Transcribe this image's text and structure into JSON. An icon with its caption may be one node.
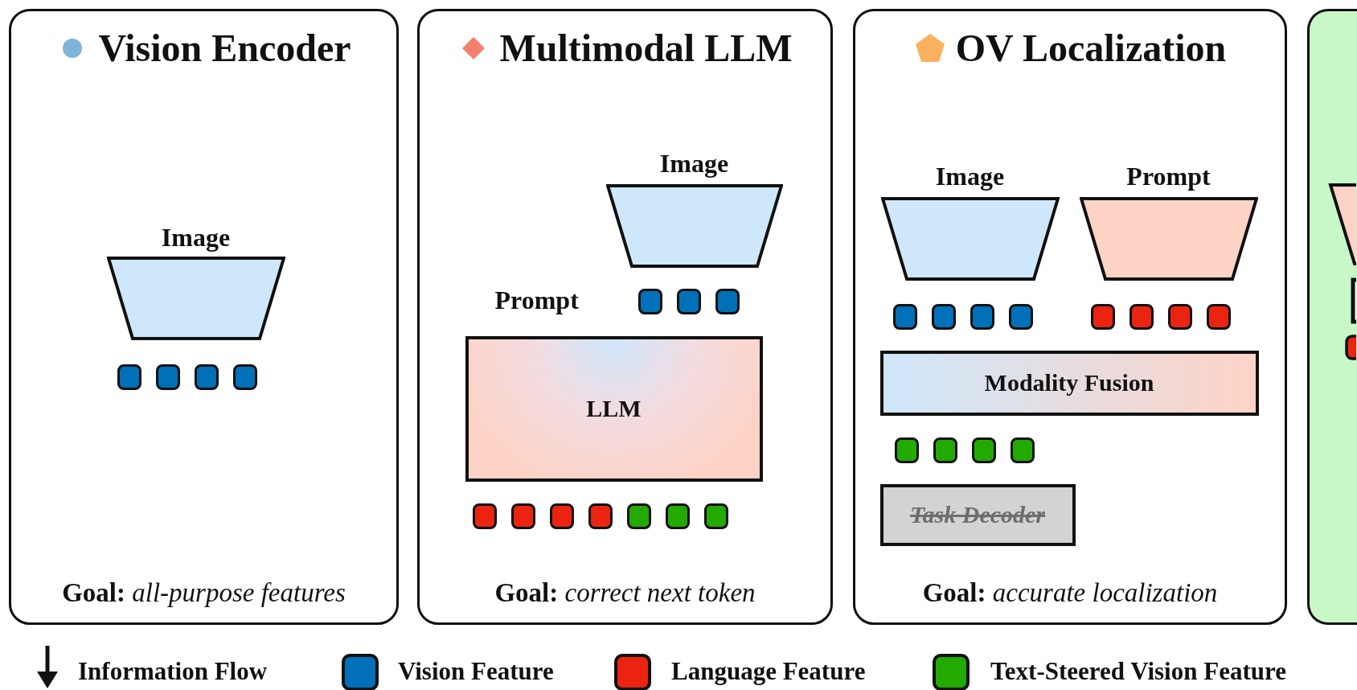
{
  "diagram": {
    "nodes": [
      {
        "text": [
          "Vision Encoder",
          "**Goal:** *all-purpose features*"
        ]
      },
      {
        "text": [
          "Image"
        ],
        "in": 0
      },
      {
        "text": [
          "Multimodal LLM",
          "**Goal:** *correct next token*"
        ]
      },
      {
        "text": [
          "Image"
        ],
        "in": 2
      },
      {
        "text": [
          "LLM"
        ],
        "in": 2
      },
      {
        "text": [
          "OV Localization",
          "**Goal:** *accurate localization*"
        ]
      },
      {
        "text": [
          "Image"
        ],
        "in": 5
      },
      {
        "text": [
          "Prompt"
        ],
        "in": 5
      },
      {
        "text": [
          "Modality Fusion"
        ],
        "in": 5
      },
      {
        "text": [
          "Task Decoder"
        ],
        "in": 5
      },
      {
        "text": [],
        "shape": "box"
      }
    ],
    "edges": [],
    "labels": [
      "Prompt"
    ],
    "legend": [
      {
        "text": "Information Flow"
      },
      {
        "text": "Vision Feature",
        "color": "#0070b8"
      },
      {
        "text": "Language Feature",
        "color": "#ea2410"
      },
      {
        "text": "Text-Steered Vision Feature",
        "color": "#22aa00"
      }
    ]
  }
}
